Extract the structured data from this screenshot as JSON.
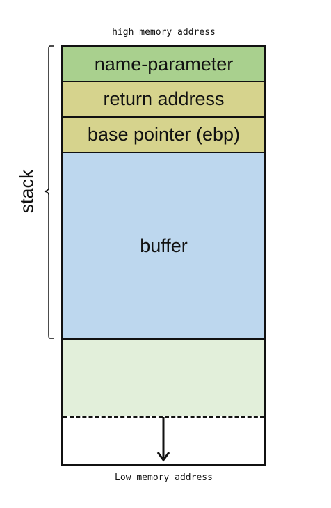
{
  "labels": {
    "top": "high memory address",
    "bottom": "Low memory address",
    "stack": "stack"
  },
  "blocks": [
    {
      "label": "name-parameter",
      "color": "#a9d08e"
    },
    {
      "label": "return address",
      "color": "#d6d38d"
    },
    {
      "label": "base pointer (ebp)",
      "color": "#d6d38d"
    },
    {
      "label": "buffer",
      "color": "#bdd7ee"
    },
    {
      "label": "",
      "color": "#e2efda"
    }
  ],
  "colors": {
    "outline": "#111111",
    "background": "#ffffff"
  },
  "icons": {
    "growth_arrow": "arrow-down-icon",
    "stack_brace": "brace-left-icon"
  }
}
